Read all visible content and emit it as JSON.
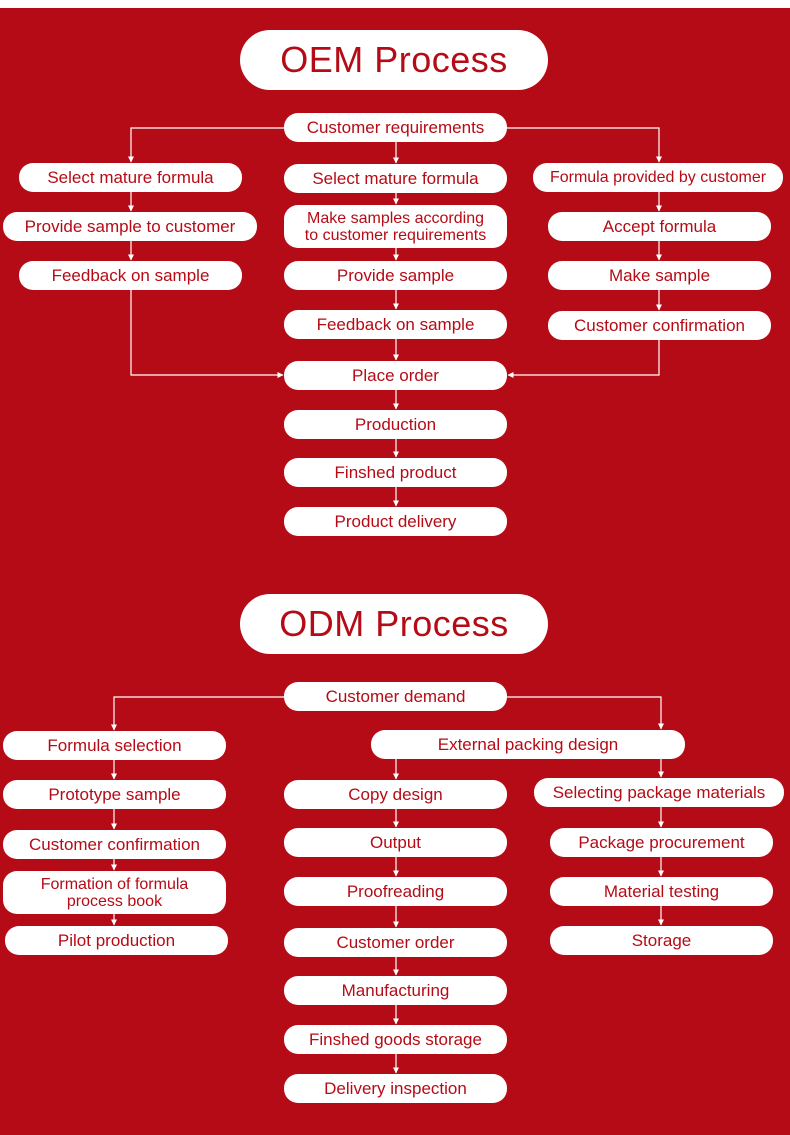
{
  "theme": {
    "background": "#b50b16",
    "box_fill": "#ffffff",
    "text_color": "#b50b16",
    "connector": "#ffffff"
  },
  "oem": {
    "title": "OEM Process",
    "customer_requirements": "Customer requirements",
    "left": [
      "Select mature formula",
      "Provide sample to customer",
      "Feedback on sample"
    ],
    "center": [
      "Select mature formula",
      "Make samples according\nto customer requirements",
      "Provide sample",
      "Feedback on sample"
    ],
    "right": [
      "Formula provided by customer",
      "Accept formula",
      "Make sample",
      "Customer confirmation"
    ],
    "bottom": [
      "Place order",
      "Production",
      "Finshed product",
      "Product delivery"
    ]
  },
  "odm": {
    "title": "ODM Process",
    "customer_demand": "Customer demand",
    "left": [
      "Formula selection",
      "Prototype sample",
      "Customer confirmation",
      "Formation of formula\nprocess book",
      "Pilot production"
    ],
    "external_packing": "External packing design",
    "center": [
      "Copy design",
      "Output",
      "Proofreading",
      "Customer order",
      "Manufacturing",
      "Finshed goods storage",
      "Delivery  inspection"
    ],
    "right": [
      "Selecting package materials",
      "Package procurement",
      "Material testing",
      "Storage"
    ]
  }
}
